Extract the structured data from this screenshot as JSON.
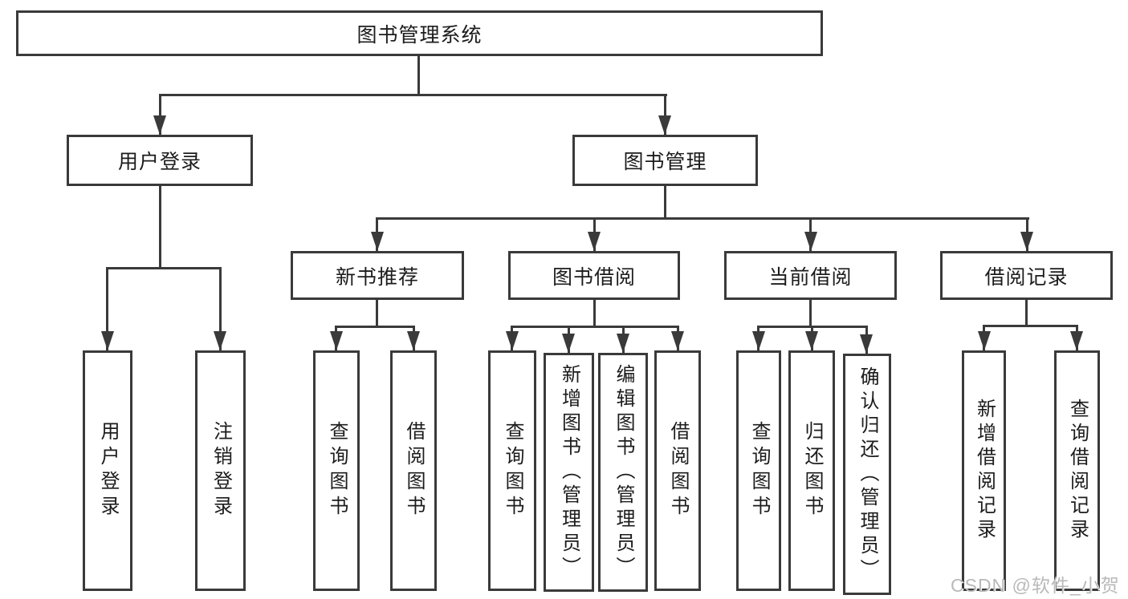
{
  "tree": {
    "label": "图书管理系统",
    "children": [
      {
        "label": "用户登录",
        "children": [
          {
            "label": "用户登录"
          },
          {
            "label": "注销登录"
          }
        ]
      },
      {
        "label": "图书管理",
        "children": [
          {
            "label": "新书推荐",
            "children": [
              {
                "label": "查询图书"
              },
              {
                "label": "借阅图书"
              }
            ]
          },
          {
            "label": "图书借阅",
            "children": [
              {
                "label": "查询图书"
              },
              {
                "label": "新增图书（管理员）"
              },
              {
                "label": "编辑图书（管理员）"
              },
              {
                "label": "借阅图书"
              }
            ]
          },
          {
            "label": "当前借阅",
            "children": [
              {
                "label": "查询图书"
              },
              {
                "label": "归还图书"
              },
              {
                "label": "确认归还（管理员）"
              }
            ]
          },
          {
            "label": "借阅记录",
            "children": [
              {
                "label": "新增借阅记录"
              },
              {
                "label": "查询借阅记录"
              }
            ]
          }
        ]
      }
    ]
  },
  "watermark": {
    "text": "CSDN @软件_小贺同学"
  },
  "colors": {
    "line": "#3a3a3a",
    "box_fill": "#ffffff",
    "text": "#1c1c1c",
    "watermark": "#b9b9b9",
    "background": "#ffffff"
  }
}
